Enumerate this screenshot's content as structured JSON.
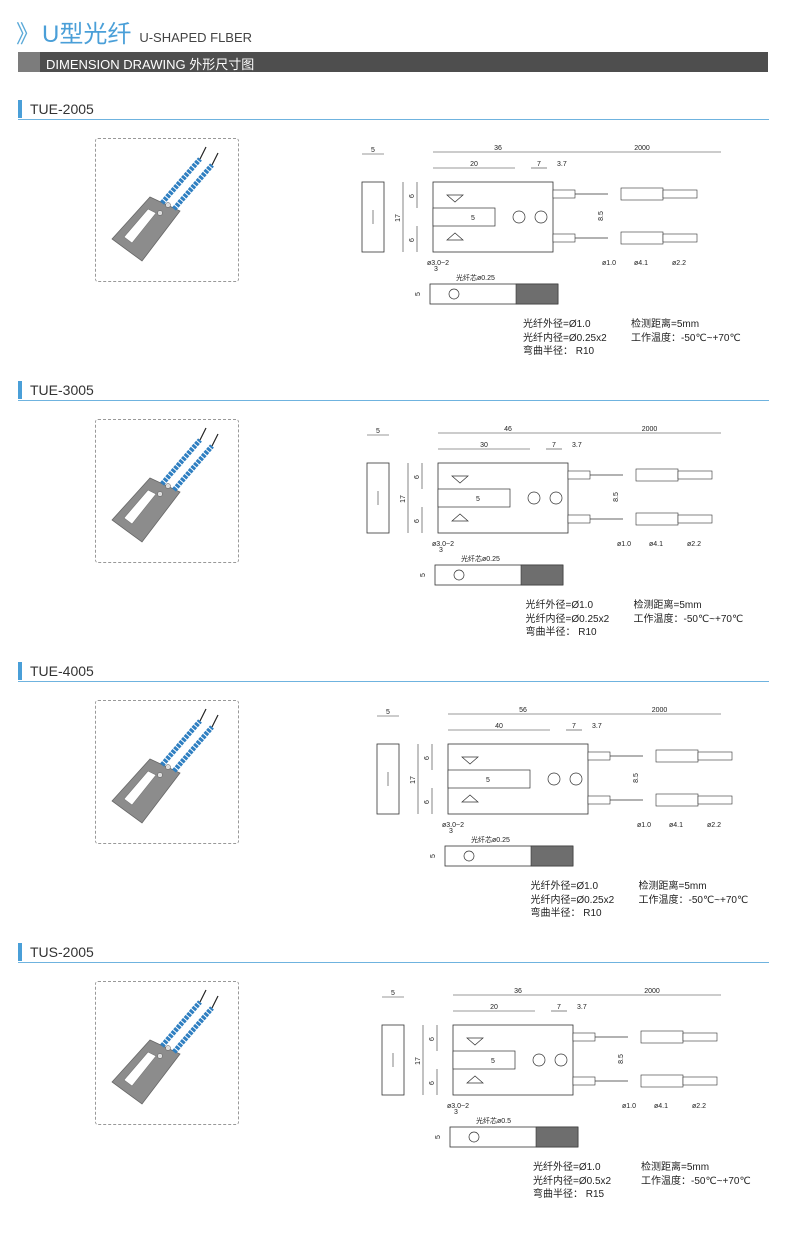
{
  "header": {
    "chevron": "》",
    "title_cn": "U型光纤",
    "title_en": "U-SHAPED FLBER"
  },
  "banner": {
    "text": "DIMENSION DRAWING 外形尺寸图"
  },
  "icons": [
    "product-photo-icon",
    "dimension-drawing-icon"
  ],
  "colors": {
    "accent": "#4a9fd8",
    "banner": "#4e4e4e",
    "fiber": "#2f7fc1",
    "body": "#9a9a9a"
  },
  "sections": [
    {
      "model": "TUE-2005",
      "dims": {
        "width": "5",
        "length": "36",
        "gap": "20",
        "d7": "7",
        "d37": "3.7",
        "cable": "2000",
        "height": "17",
        "d6a": "6",
        "d6b": "6",
        "d85": "8.5",
        "d3": "3",
        "d5": "5",
        "hole": "ø3.0~2",
        "f1": "ø1.0",
        "f2": "ø4.1",
        "f3": "ø2.2",
        "core": "光纤芯ø0.25",
        "side5": "5"
      },
      "specs": {
        "outer": "光纤外径=Ø1.0",
        "inner": "光纤内径=Ø0.25x2",
        "bend": "弯曲半径：  R10",
        "distance": "检测距离=5mm",
        "temp": "工作温度：-50℃~+70℃"
      }
    },
    {
      "model": "TUE-3005",
      "dims": {
        "width": "5",
        "length": "46",
        "gap": "30",
        "d7": "7",
        "d37": "3.7",
        "cable": "2000",
        "height": "17",
        "d6a": "6",
        "d6b": "6",
        "d85": "8.5",
        "d3": "3",
        "d5": "5",
        "hole": "ø3.0~2",
        "f1": "ø1.0",
        "f2": "ø4.1",
        "f3": "ø2.2",
        "core": "光纤芯ø0.25",
        "side5": "5"
      },
      "specs": {
        "outer": "光纤外径=Ø1.0",
        "inner": "光纤内径=Ø0.25x2",
        "bend": "弯曲半径：  R10",
        "distance": "检测距离=5mm",
        "temp": "工作温度：-50℃~+70℃"
      }
    },
    {
      "model": "TUE-4005",
      "dims": {
        "width": "5",
        "length": "56",
        "gap": "40",
        "d7": "7",
        "d37": "3.7",
        "cable": "2000",
        "height": "17",
        "d6a": "6",
        "d6b": "6",
        "d85": "8.5",
        "d3": "3",
        "d5": "5",
        "hole": "ø3.0~2",
        "f1": "ø1.0",
        "f2": "ø4.1",
        "f3": "ø2.2",
        "core": "光纤芯ø0.25",
        "side5": "5"
      },
      "specs": {
        "outer": "光纤外径=Ø1.0",
        "inner": "光纤内径=Ø0.25x2",
        "bend": "弯曲半径：  R10",
        "distance": "检测距离=5mm",
        "temp": "工作温度：-50℃~+70℃"
      }
    },
    {
      "model": "TUS-2005",
      "dims": {
        "width": "5",
        "length": "36",
        "gap": "20",
        "d7": "7",
        "d37": "3.7",
        "cable": "2000",
        "height": "17",
        "d6a": "6",
        "d6b": "6",
        "d85": "8.5",
        "d3": "3",
        "d5": "5",
        "hole": "ø3.0~2",
        "f1": "ø1.0",
        "f2": "ø4.1",
        "f3": "ø2.2",
        "core": "光纤芯ø0.5",
        "side5": "5"
      },
      "specs": {
        "outer": "光纤外径=Ø1.0",
        "inner": "光纤内径=Ø0.5x2",
        "bend": "弯曲半径：  R15",
        "distance": "检测距离=5mm",
        "temp": "工作温度：-50℃~+70℃"
      }
    }
  ]
}
